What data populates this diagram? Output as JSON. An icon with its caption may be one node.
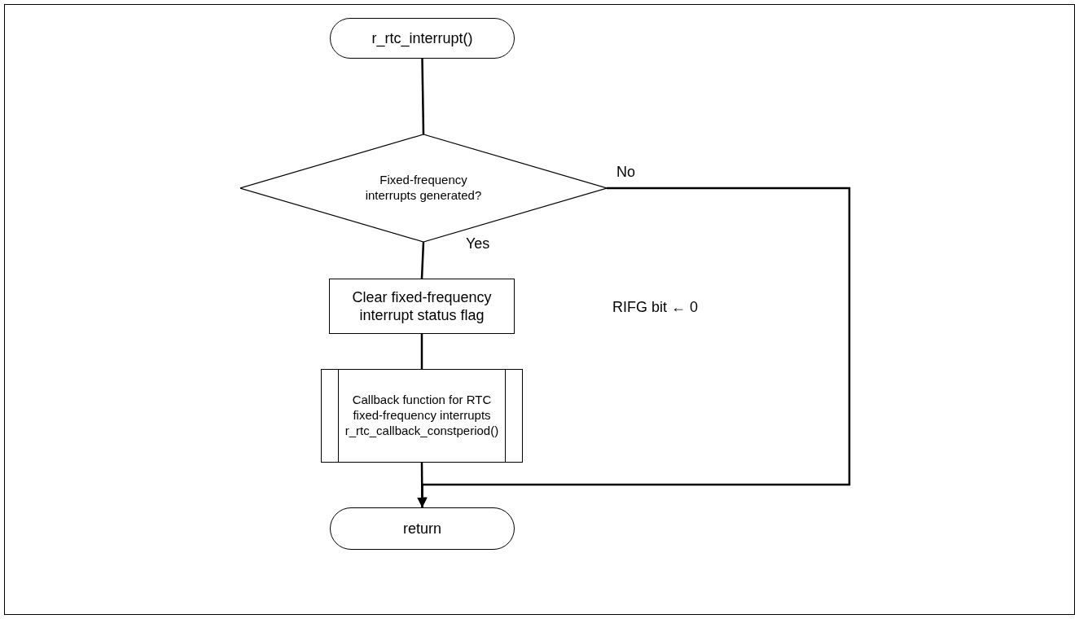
{
  "diagram": {
    "nodes": [
      {
        "text": [
          "r_rtc_interrupt()"
        ]
      },
      {
        "text": [
          "Fixed-frequency interrupts generated?"
        ]
      },
      {
        "text": [
          "Clear fixed-frequency interrupt status flag"
        ]
      },
      {
        "text": [
          "Callback function for RTC fixed-frequency interrupts r_rtc_callback_constperiod()"
        ]
      },
      {
        "text": [
          "return"
        ]
      }
    ],
    "edges": [
      {
        "from": 0,
        "to": 1,
        "arrow": "none"
      },
      {
        "from": 1,
        "to": 2,
        "arrow": "none",
        "label": "Yes"
      },
      {
        "from": 2,
        "to": 3,
        "arrow": "none"
      },
      {
        "from": 3,
        "to": 4,
        "arrow": "to"
      },
      {
        "from": 1,
        "to": 4,
        "arrow": "to",
        "label": "No"
      }
    ],
    "labels": [
      "RIFG bit ← 0"
    ]
  }
}
